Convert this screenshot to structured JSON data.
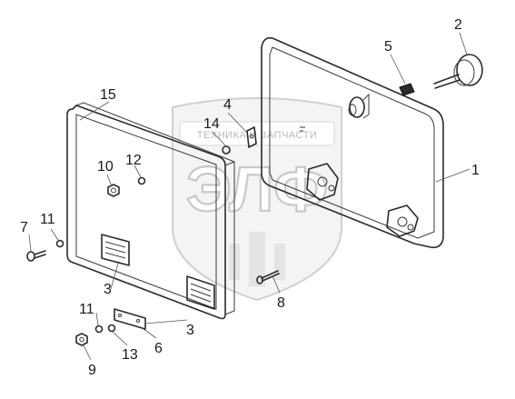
{
  "watermark": {
    "brand_text": "ТЕХНИКА И ЗАПЧАСТИ",
    "logo_letters": "ЭЛФ"
  },
  "callouts": [
    {
      "id": "1",
      "label": "1"
    },
    {
      "id": "2",
      "label": "2"
    },
    {
      "id": "3a",
      "label": "3"
    },
    {
      "id": "3b",
      "label": "3"
    },
    {
      "id": "4",
      "label": "4"
    },
    {
      "id": "5",
      "label": "5"
    },
    {
      "id": "6",
      "label": "6"
    },
    {
      "id": "7",
      "label": "7"
    },
    {
      "id": "8",
      "label": "8"
    },
    {
      "id": "9",
      "label": "9"
    },
    {
      "id": "10",
      "label": "10"
    },
    {
      "id": "11a",
      "label": "11"
    },
    {
      "id": "11b",
      "label": "11"
    },
    {
      "id": "12",
      "label": "12"
    },
    {
      "id": "13",
      "label": "13"
    },
    {
      "id": "14",
      "label": "14"
    },
    {
      "id": "15",
      "label": "15"
    }
  ]
}
